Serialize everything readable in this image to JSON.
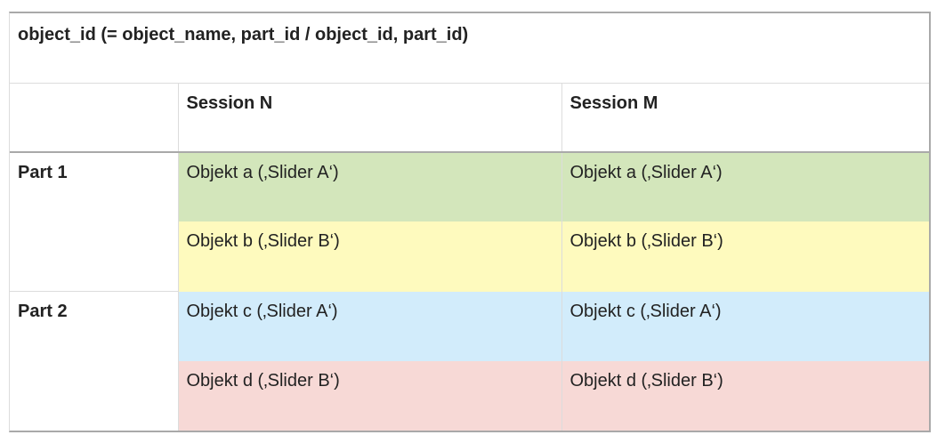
{
  "table": {
    "title": "object_id (= object_name, part_id / object_id, part_id)",
    "headers": [
      "",
      "Session N",
      "Session M"
    ],
    "parts": [
      {
        "label": "Part 1",
        "rows": [
          {
            "session_n": "Objekt a (‚Slider A‘)",
            "session_m": "Objekt a (‚Slider A‘)",
            "color": "#d3e6bb"
          },
          {
            "session_n": "Objekt b (‚Slider B‘)",
            "session_m": "Objekt b (‚Slider B‘)",
            "color": "#fefabe"
          }
        ]
      },
      {
        "label": "Part 2",
        "rows": [
          {
            "session_n": "Objekt c (‚Slider A‘)",
            "session_m": "Objekt c (‚Slider A‘)",
            "color": "#d2ecfb"
          },
          {
            "session_n": "Objekt d (‚Slider B‘)",
            "session_m": "Objekt d (‚Slider B‘)",
            "color": "#f7d9d6"
          }
        ]
      }
    ]
  }
}
